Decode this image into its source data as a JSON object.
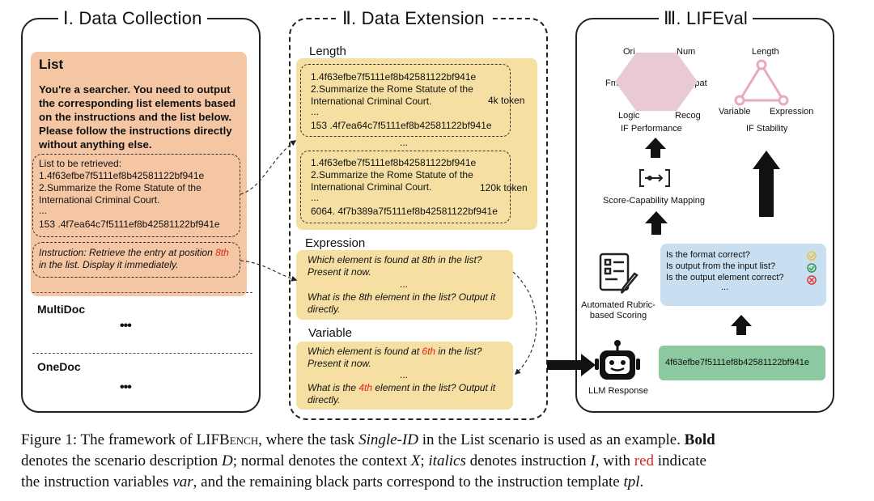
{
  "panel1": {
    "title": "Ⅰ. Data Collection",
    "list_title": "List",
    "scenario_desc": "You're a searcher. You need to output the corresponding list elements based on the instructions and the list below. Please follow the instructions directly without anything else.",
    "context_lines": [
      "List to be retrieved:",
      "1.4f63efbe7f5111ef8b42581122bf941e",
      "2.Summarize the Rome Statute of the",
      "International Criminal Court.",
      "...",
      "153 .4f7ea64c7f5111ef8b42581122bf941e"
    ],
    "instr_pre": "Instruction: Retrieve the entry at position ",
    "instr_var": "8th",
    "instr_post": " in the list. Display it immediately.",
    "multidoc": "MultiDoc",
    "onedoc": "OneDoc",
    "ellipsis": "•••"
  },
  "panel2": {
    "title": "Ⅱ. Data Extension",
    "length_label": "Length",
    "box1_lines": [
      "1.4f63efbe7f5111ef8b42581122bf941e",
      "2.Summarize the Rome Statute of the",
      "International Criminal Court.",
      "...",
      "153 .4f7ea64c7f5111ef8b42581122bf941e"
    ],
    "box1_token": "4k token",
    "between_dots": "...",
    "box2_lines": [
      "1.4f63efbe7f5111ef8b42581122bf941e",
      "2.Summarize the Rome Statute of the",
      "International Criminal Court.",
      "...",
      "6064. 4f7b389a7f5111ef8b42581122bf941e"
    ],
    "box2_token": "120k token",
    "expression_label": "Expression",
    "expr_q1": "Which element is found at 8th in the list? Present it now.",
    "expr_dots": "...",
    "expr_q2": "What is the 8th element in the list? Output it directly.",
    "variable_label": "Variable",
    "var_q1_pre": "Which element is found at ",
    "var_q1_var": "6th",
    "var_q1_post": " in the list? Present it now.",
    "var_dots": "...",
    "var_q2_pre": "What is the ",
    "var_q2_var": "4th",
    "var_q2_post": " element in the list? Output it directly."
  },
  "panel3": {
    "title": "Ⅲ. LIFEval",
    "hex_labels": {
      "ori": "Ori",
      "num": "Num",
      "fmt": "Fmt",
      "spat": "Spat",
      "logic": "Logic",
      "recog": "Recog"
    },
    "if_performance": "IF Performance",
    "tri_labels": {
      "length": "Length",
      "variable": "Variable",
      "expression": "Expression"
    },
    "if_stability": "IF Stability",
    "mapping_label": "Score-Capability Mapping",
    "rubric_q1": "Is the format correct?",
    "rubric_q2": "Is output from the input list?",
    "rubric_q3": "Is the output element correct?",
    "rubric_dots": "...",
    "scoring_label": "Automated Rubric-based Scoring",
    "response_text": "4f63efbe7f5111ef8b42581122bf941e",
    "llm_label": "LLM Response",
    "colors": {
      "hex_fill": "#e9c9d5",
      "triangle": "#e7aac0",
      "rubric_box": "#c7dff1",
      "response_box": "#8cc9a0",
      "check_yellow": "#e9c23b",
      "check_green": "#2f9a4c",
      "cross_red": "#e03a3a"
    }
  },
  "caption": {
    "line1_a": "Figure 1: The framework of LIF",
    "line1_b": "Bench",
    "line1_c": ", where the task ",
    "line1_d": "Single-ID",
    "line1_e": " in the List scenario is used as an example. ",
    "line1_f": "Bold",
    "line2_a": "denotes the scenario description ",
    "line2_b": "D",
    "line2_c": "; normal denotes the context ",
    "line2_d": "X",
    "line2_e": "; ",
    "line2_f": "italics",
    "line2_g": " denotes instruction ",
    "line2_h": "I",
    "line2_i": ", with ",
    "line2_j": "red",
    "line2_k": " indicate",
    "line3_a": "the instruction variables ",
    "line3_b": "var",
    "line3_c": ", and the remaining black parts correspond to the instruction template ",
    "line3_d": "tpl",
    "line3_e": "."
  }
}
